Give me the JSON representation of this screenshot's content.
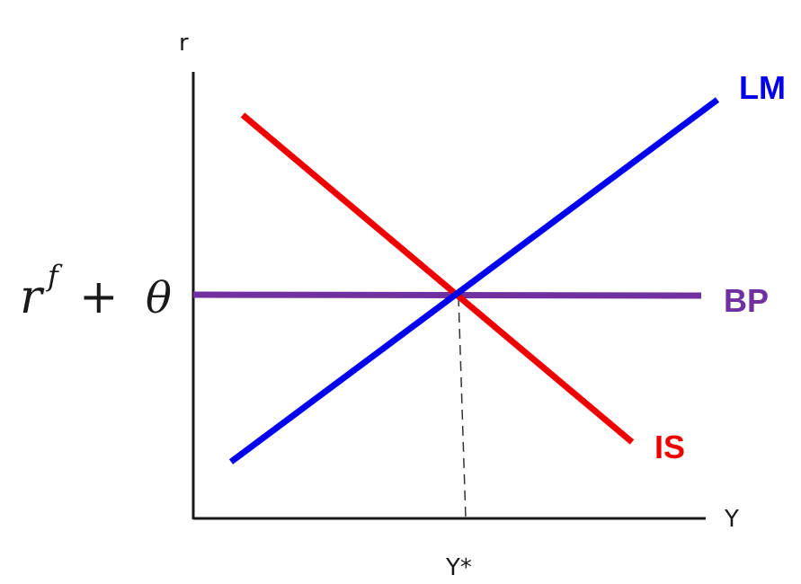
{
  "axes": {
    "y_label": "r",
    "x_label": "Y",
    "equilibrium_output_label": "Y*"
  },
  "rate_label": {
    "base": "r",
    "superscript": "f",
    "operator": "+",
    "term": "θ"
  },
  "curves": {
    "lm": {
      "label": "LM",
      "color": "#0000ee"
    },
    "is": {
      "label": "IS",
      "color": "#ee0000"
    },
    "bp": {
      "label": "BP",
      "color": "#7030a0"
    }
  },
  "colors": {
    "axis": "#1a1a1a",
    "guide": "#333333"
  }
}
